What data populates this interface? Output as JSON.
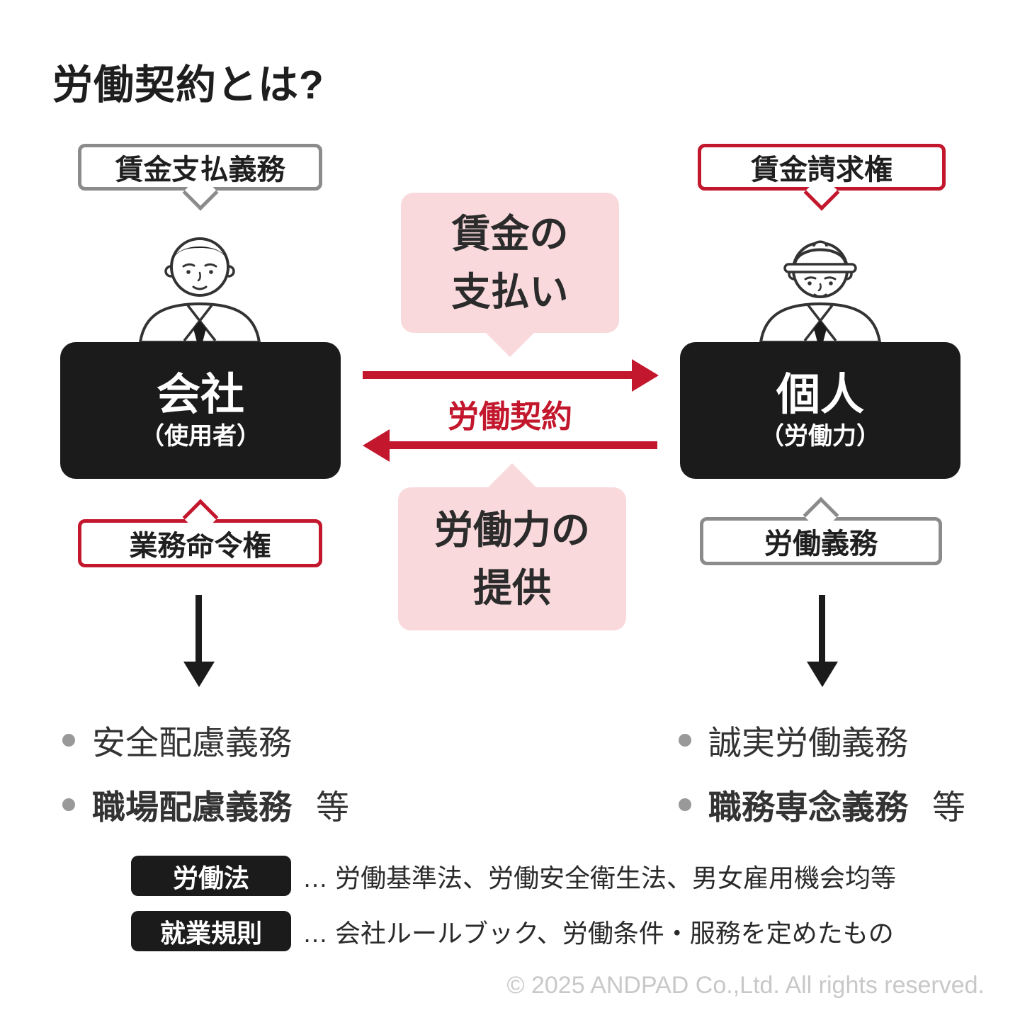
{
  "title": "労働契約とは?",
  "company": {
    "top_bubble": "賃金支払義務",
    "name": "会社",
    "sub": "（使用者）",
    "bottom_bubble": "業務命令権",
    "bullets": [
      {
        "text": "安全配慮義務",
        "suffix": ""
      },
      {
        "text": "職場配慮義務",
        "suffix": "等"
      }
    ]
  },
  "worker": {
    "top_bubble": "賃金請求権",
    "name": "個人",
    "sub": "（労働力）",
    "bottom_bubble": "労働義務",
    "bullets": [
      {
        "text": "誠実労働義務",
        "suffix": ""
      },
      {
        "text": "職務専念義務",
        "suffix": "等"
      }
    ]
  },
  "relation": {
    "top_flow_line1": "賃金の",
    "top_flow_line2": "支払い",
    "contract_label": "労働契約",
    "bottom_flow_line1": "労働力の",
    "bottom_flow_line2": "提供"
  },
  "legend": [
    {
      "term": "労働法",
      "desc": "…  労働基準法、労働安全衛生法、男女雇用機会均等"
    },
    {
      "term": "就業規則",
      "desc": "…  会社ルールブック、労働条件・服務を定めたもの"
    }
  ],
  "footer": "© 2025 ANDPAD Co.,Ltd. All rights reserved.",
  "colors": {
    "accent_red": "#c3172d",
    "accent_pink": "#f9d9dc",
    "box_black": "#1b1b1b",
    "bubble_gray": "#8b8b8b"
  }
}
